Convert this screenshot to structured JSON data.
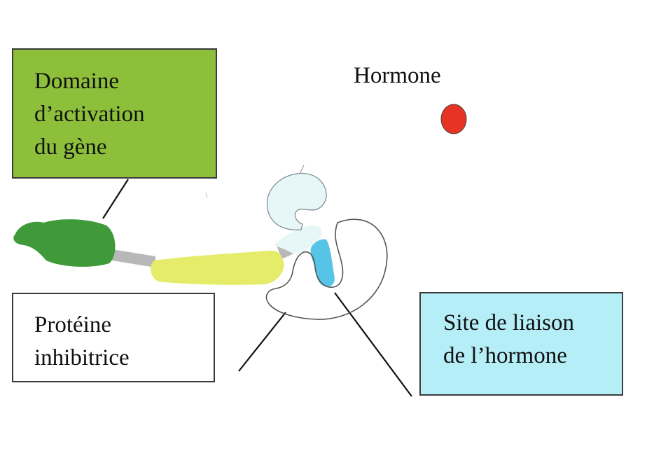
{
  "labels": {
    "hormone": "Hormone",
    "activation_domain": [
      "Domaine",
      "d’activation",
      "du gène"
    ],
    "inhibitor_protein": [
      "Protéine",
      "inhibitrice"
    ],
    "binding_site": [
      "Site de liaison",
      "de l’hormone"
    ]
  },
  "colors": {
    "activation_box": "#8dbf3b",
    "binding_box": "#b5eef7",
    "hormone_dot": "#e63323",
    "dna_binding_domain": "#3f9a3a",
    "linker": "#b8b8b8",
    "yellow_domain": "#e4ec6a",
    "ligand_domain": "#e7f7f8",
    "binding_pocket": "#56c4e6",
    "inhibitor_outline": "#555555"
  }
}
